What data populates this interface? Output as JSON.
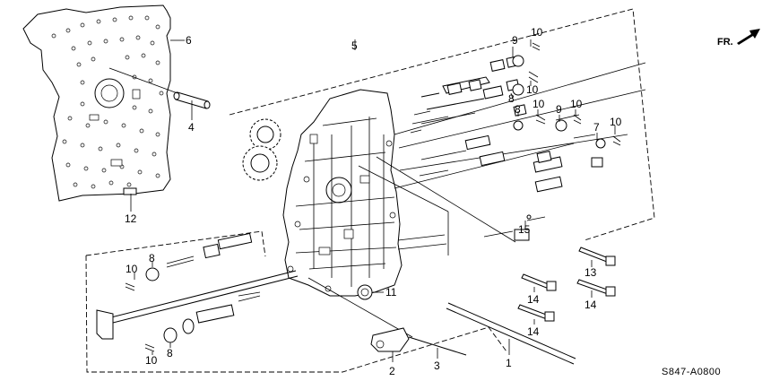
{
  "callouts": {
    "c1": "1",
    "c2": "2",
    "c3": "3",
    "c4": "4",
    "c5": "5",
    "c6": "6",
    "c7": "7",
    "c8a": "8",
    "c8b": "8",
    "c8c": "8",
    "c8d": "8",
    "c9a": "9",
    "c9b": "9",
    "c10a": "10",
    "c10b": "10",
    "c10c": "10",
    "c10d": "10",
    "c10e": "10",
    "c10f": "10",
    "c10g": "10",
    "c11": "11",
    "c12": "12",
    "c13": "13",
    "c14a": "14",
    "c14b": "14",
    "c14c": "14",
    "c15": "15"
  },
  "direction_label": "FR.",
  "diagram_code": "S847-A0800",
  "icons": {
    "direction": "fr-arrow-icon"
  }
}
